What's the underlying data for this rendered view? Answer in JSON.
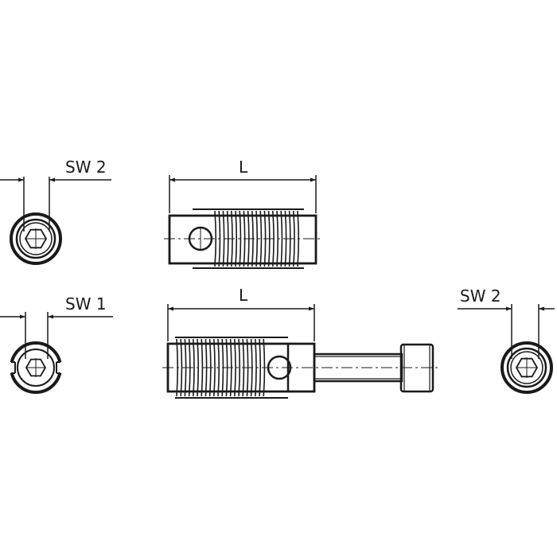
{
  "labels": {
    "sw2_top_left": "SW 2",
    "length_top": "L",
    "sw1_bottom_left": "SW 1",
    "length_bottom": "L",
    "sw2_bottom_right": "SW 2"
  },
  "colors": {
    "line": "#1a1a1a",
    "background": "#ffffff"
  }
}
